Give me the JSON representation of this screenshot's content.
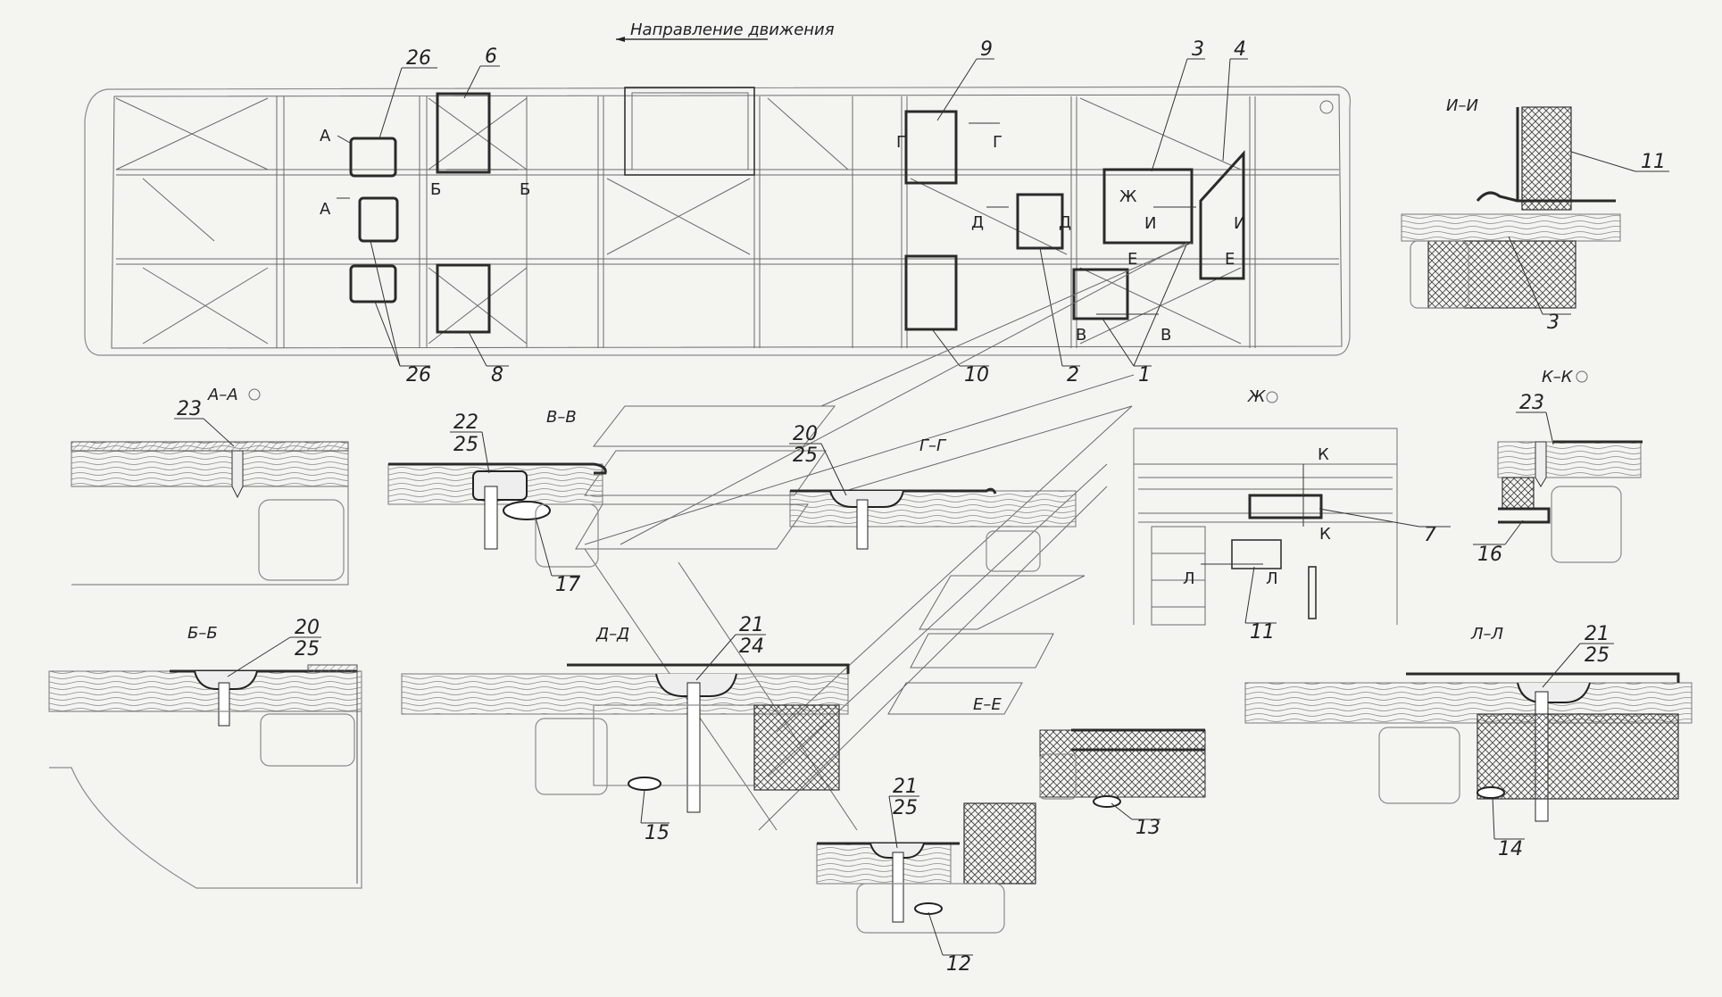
{
  "header": {
    "direction_text": "Направление движения"
  },
  "plan_markers": {
    "A1": "А",
    "A2": "А",
    "B1": "Б",
    "B2": "Б",
    "G1": "Г",
    "G2": "Г",
    "D1": "Д",
    "D2": "Д",
    "ZH": "Ж",
    "I1": "И",
    "I2": "И",
    "E1": "Е",
    "E2": "Е",
    "V1": "В",
    "V2": "В"
  },
  "plan_callouts": {
    "c26a": "26",
    "c6": "6",
    "c9": "9",
    "c3": "3",
    "c4": "4",
    "c26b": "26",
    "c8": "8",
    "c10": "10",
    "c2": "2",
    "c1": "1"
  },
  "sections": {
    "AA": {
      "title": "А–А",
      "callouts": [
        "23"
      ]
    },
    "VV": {
      "title": "В–В",
      "callouts": [
        "22",
        "25",
        "17"
      ]
    },
    "GG": {
      "title": "Г–Г",
      "callouts": [
        "20",
        "25"
      ]
    },
    "BB": {
      "title": "Б–Б",
      "callouts": [
        "20",
        "25"
      ]
    },
    "DD": {
      "title": "Д–Д",
      "callouts": [
        "21",
        "24",
        "15"
      ]
    },
    "EE": {
      "title": "Е–Е",
      "callouts": [
        "13"
      ]
    },
    "LL": {
      "title": "Л–Л",
      "callouts": [
        "21",
        "25",
        "14"
      ]
    },
    "II": {
      "title": "И–И",
      "callouts": [
        "11",
        "3"
      ]
    },
    "ZH": {
      "title": "Ж",
      "callouts": [
        "7",
        "11"
      ],
      "markers": [
        "К",
        "К",
        "Л",
        "Л"
      ]
    },
    "KK": {
      "title": "К–К",
      "callouts": [
        "23",
        "16"
      ]
    },
    "detail12": {
      "callouts": [
        "21",
        "25",
        "12"
      ]
    }
  }
}
